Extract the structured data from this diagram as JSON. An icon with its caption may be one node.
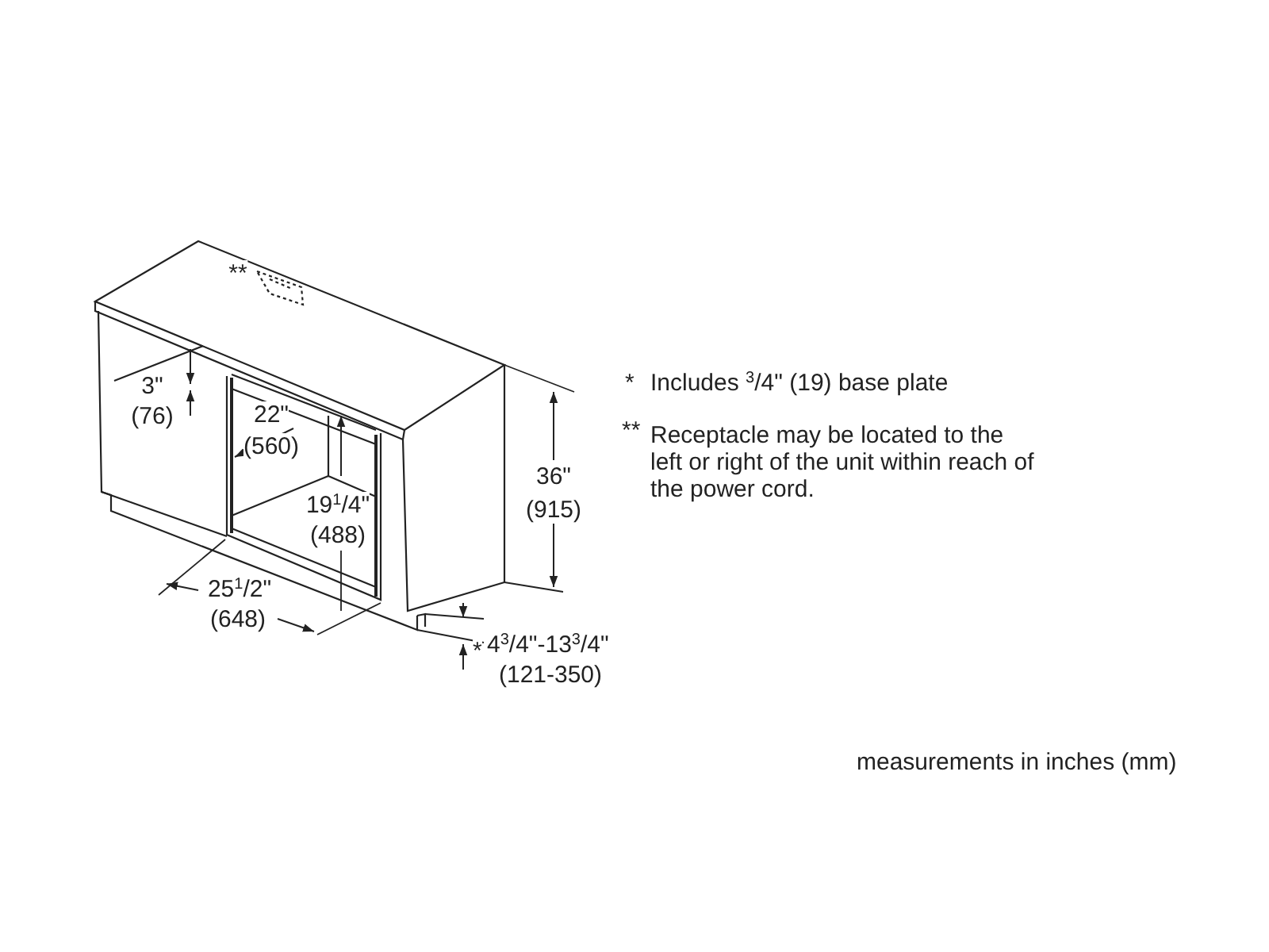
{
  "diagram": {
    "labels": [
      "**",
      "3\"",
      "(76)",
      "22\"",
      "(560)",
      "19$^{1}$/4\"",
      "(488)",
      "25$^{1}$/2\"",
      "(648)",
      "36\"",
      "(915)",
      "*",
      "4$^{3}$/4\"-13$^{3}$/4\"",
      "(121-350)",
      "*",
      "Includes $^{3}$/4\" (19) base plate",
      "**",
      "Receptacle may be located to the left or right of the unit within reach of the power cord.",
      "measurements in inches (mm)"
    ]
  }
}
